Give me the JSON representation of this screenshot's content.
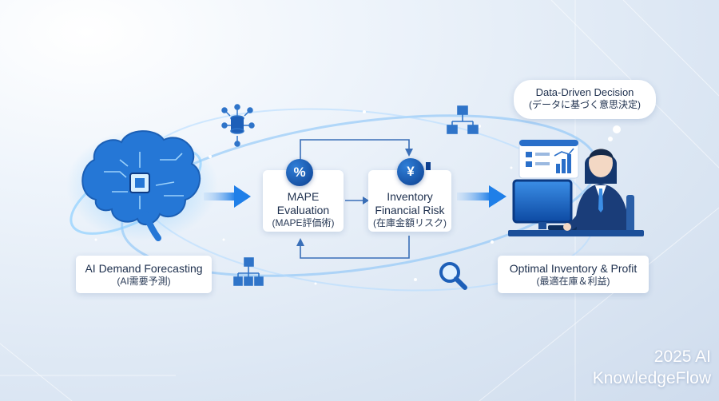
{
  "ai_demand_forecasting": {
    "en": "AI Demand Forecasting",
    "jp": "(AI需要予測)"
  },
  "mape_evaluation": {
    "badge": "%",
    "en_line1": "MAPE",
    "en_line2": "Evaluation",
    "jp": "(MAPE評価術)"
  },
  "inventory_financial_risk": {
    "badge": "¥",
    "en_line1": "Inventory",
    "en_line2": "Financial Risk",
    "jp": "(在庫金額リスク)"
  },
  "data_driven_decision": {
    "en": "Data-Driven Decision",
    "jp": "(データに基づく意思決定)"
  },
  "optimal_inventory_profit": {
    "en": "Optimal Inventory & Profit",
    "jp": "(最適在庫＆利益)"
  },
  "brand": {
    "line1": "2025 AI",
    "line2": "KnowledgeFlow"
  },
  "colors": {
    "accent": "#1f6fd1",
    "navy": "#0d3f8f",
    "card": "#ffffff",
    "text": "#1d2f4d"
  },
  "icons": [
    "brain-chip-icon",
    "database-network-icon",
    "hierarchy-icon",
    "magnifier-icon",
    "yen-down-icon",
    "percent-badge-icon",
    "analyst-at-computer-icon",
    "dashboard-icon"
  ]
}
